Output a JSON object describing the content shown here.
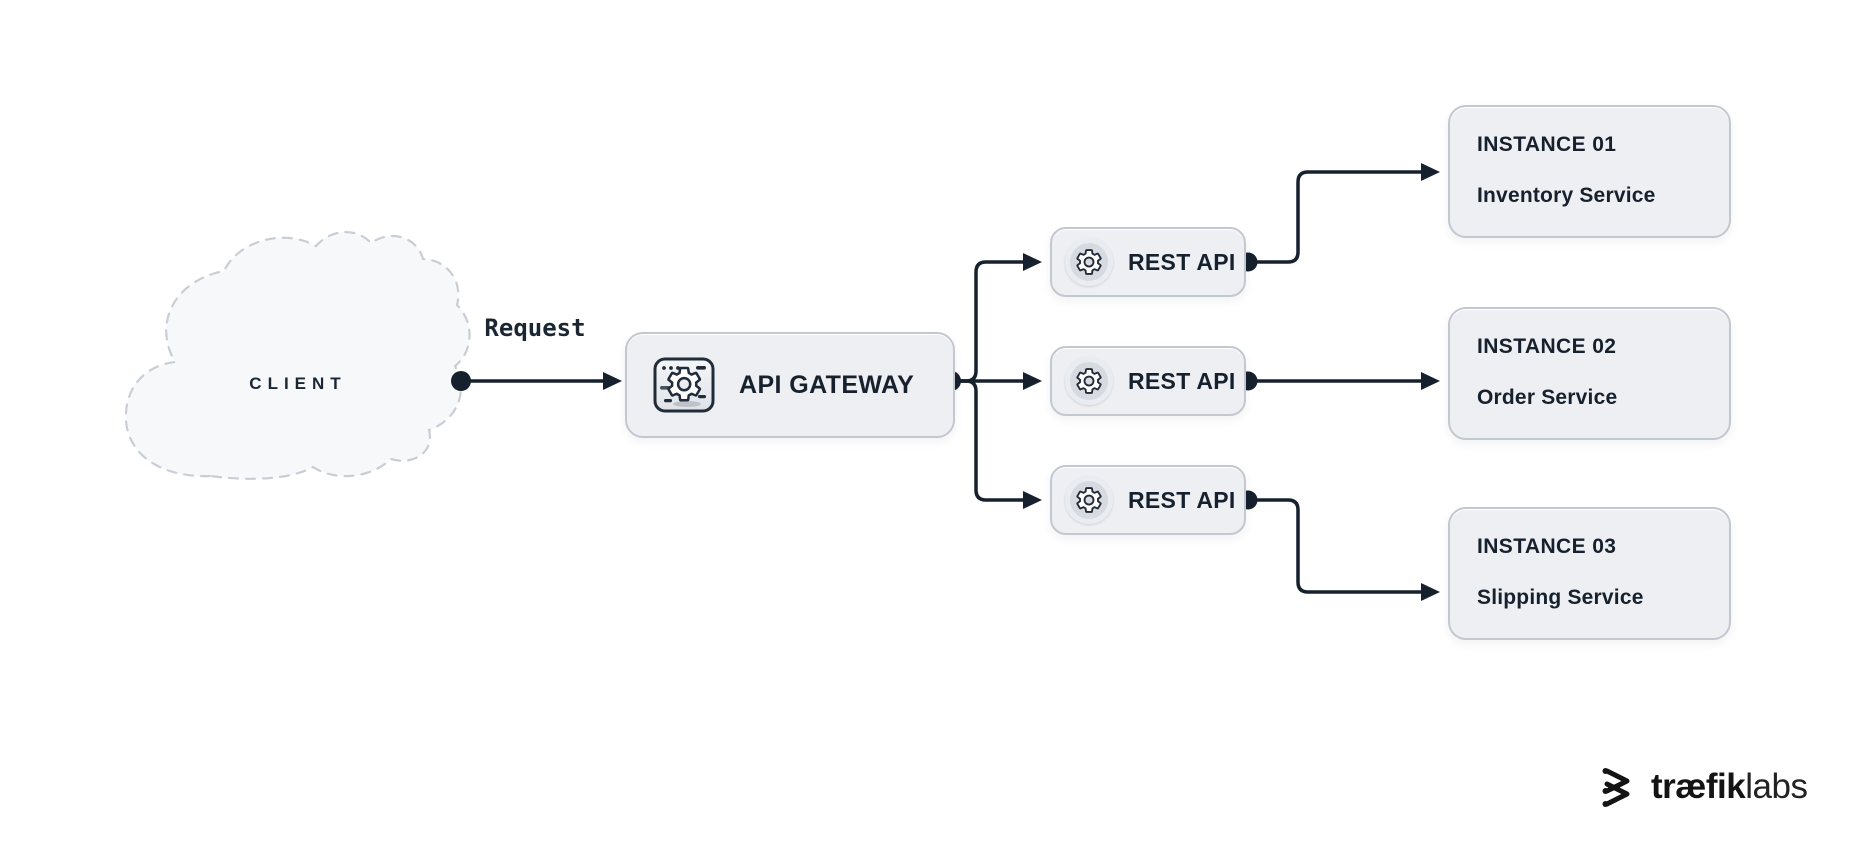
{
  "diagram": {
    "client": {
      "label": "CLIENT"
    },
    "request_label": "Request",
    "gateway": {
      "label": "API GATEWAY"
    },
    "rest_apis": [
      {
        "label": "REST API"
      },
      {
        "label": "REST API"
      },
      {
        "label": "REST API"
      }
    ],
    "instances": [
      {
        "title": "INSTANCE 01",
        "subtitle": "Inventory Service"
      },
      {
        "title": "INSTANCE 02",
        "subtitle": "Order Service"
      },
      {
        "title": "INSTANCE 03",
        "subtitle": "Slipping Service"
      }
    ],
    "logo": {
      "brand_bold": "træfik",
      "brand_light": "labs"
    },
    "colors": {
      "ink": "#17212e",
      "box_fill": "#edeff2",
      "box_border": "#c3c8d0",
      "cloud_fill": "#f7f8fa",
      "cloud_border": "#c9ced6",
      "logo_black": "#141414"
    }
  }
}
